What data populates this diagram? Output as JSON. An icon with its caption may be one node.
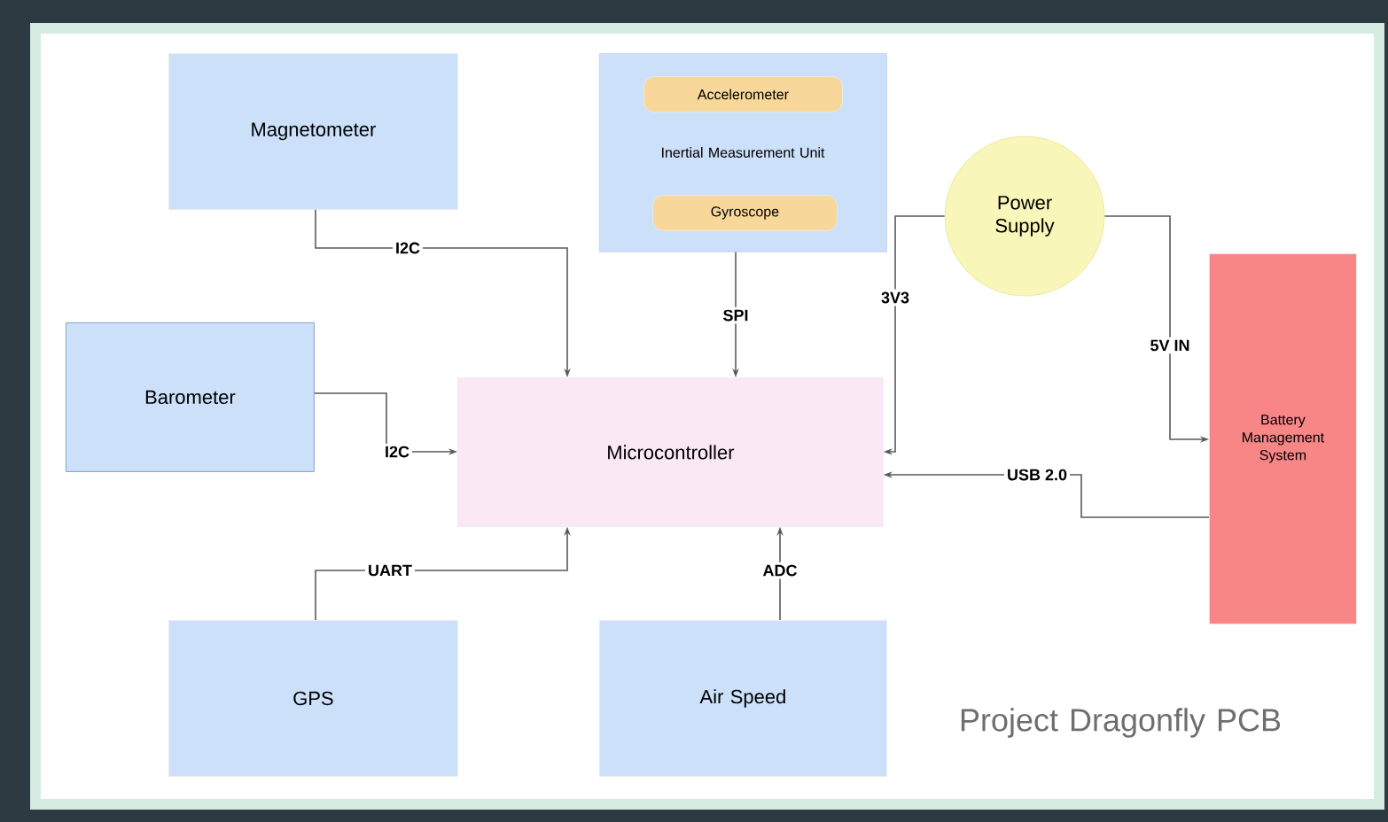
{
  "diagram": {
    "title": "Project Dragonfly PCB",
    "nodes": [
      {
        "text": [
          "Magnetometer"
        ]
      },
      {
        "text": [
          "Inertial Measurement Unit"
        ]
      },
      {
        "text": [
          "Accelerometer"
        ],
        "in": 1
      },
      {
        "text": [
          "Gyroscope"
        ],
        "in": 1
      },
      {
        "text": [
          "Power Supply"
        ]
      },
      {
        "text": [
          "Barometer"
        ]
      },
      {
        "text": [
          "Microcontroller"
        ]
      },
      {
        "text": [
          "Battery Management System"
        ]
      },
      {
        "text": [
          "GPS"
        ]
      },
      {
        "text": [
          "Air Speed"
        ]
      }
    ],
    "edges": [
      {
        "from": 0,
        "to": 6,
        "arrow": "to",
        "label": "I2C"
      },
      {
        "from": 5,
        "to": 6,
        "arrow": "to",
        "label": "I2C"
      },
      {
        "from": 1,
        "to": 6,
        "arrow": "to",
        "label": "SPI"
      },
      {
        "from": 4,
        "to": 6,
        "arrow": "to",
        "label": "3V3"
      },
      {
        "from": 4,
        "to": 7,
        "arrow": "to",
        "label": "5V IN"
      },
      {
        "from": 7,
        "to": 6,
        "arrow": "to",
        "label": "USB 2.0"
      },
      {
        "from": 8,
        "to": 6,
        "arrow": "to",
        "label": "UART"
      },
      {
        "from": 9,
        "to": 6,
        "arrow": "to",
        "label": "ADC"
      }
    ]
  }
}
